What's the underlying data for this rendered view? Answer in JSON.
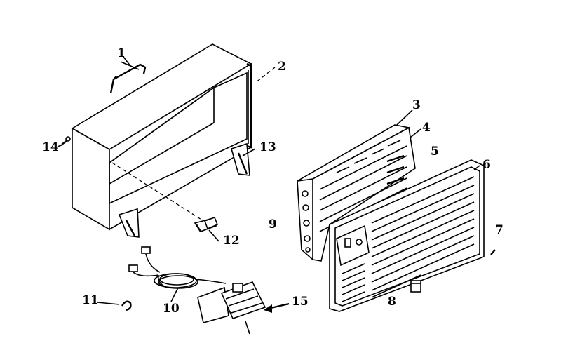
{
  "diagram": {
    "callouts": [
      {
        "id": "c1",
        "text": "1"
      },
      {
        "id": "c2",
        "text": "2"
      },
      {
        "id": "c3",
        "text": "3"
      },
      {
        "id": "c4",
        "text": "4"
      },
      {
        "id": "c5",
        "text": "5"
      },
      {
        "id": "c6",
        "text": "6"
      },
      {
        "id": "c7",
        "text": "7"
      },
      {
        "id": "c8",
        "text": "8"
      },
      {
        "id": "c9",
        "text": "9"
      },
      {
        "id": "c10",
        "text": "10"
      },
      {
        "id": "c11",
        "text": "11"
      },
      {
        "id": "c12",
        "text": "12"
      },
      {
        "id": "c13",
        "text": "13"
      },
      {
        "id": "c14",
        "text": "14"
      },
      {
        "id": "c15",
        "text": "15"
      }
    ]
  }
}
